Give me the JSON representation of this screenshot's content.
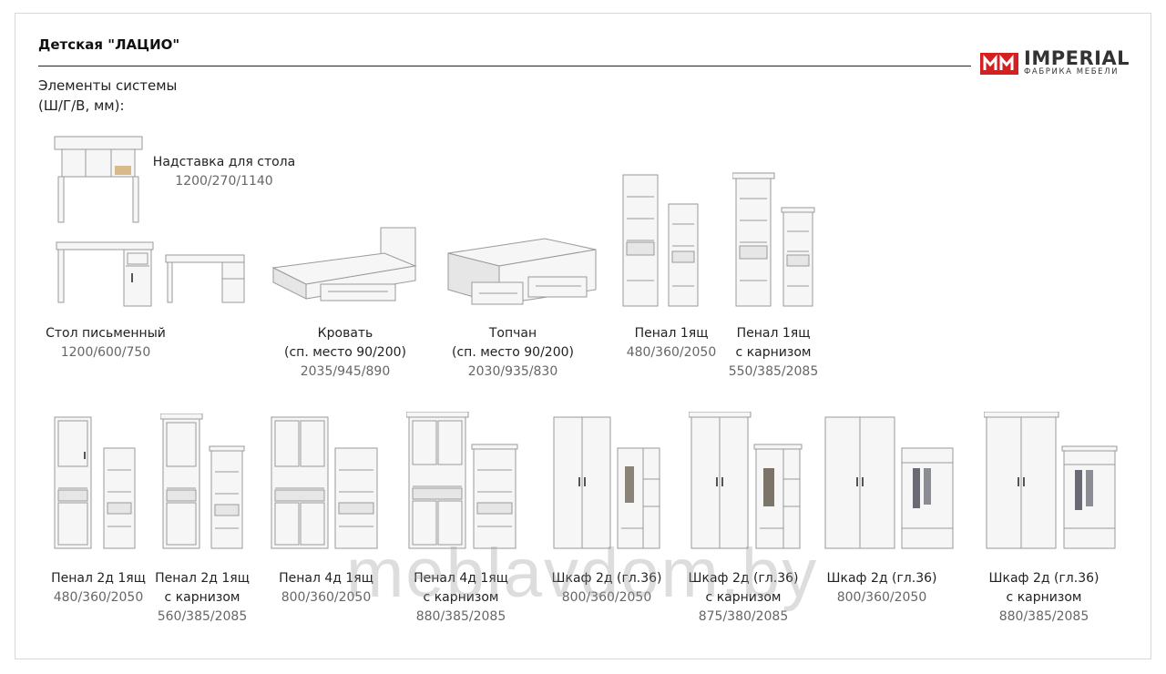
{
  "header": {
    "title": "Детская \"ЛАЦИО\"",
    "subtitle_line1": "Элементы системы",
    "subtitle_line2": "(Ш/Г/В, мм):"
  },
  "brand": {
    "name": "IMPERIAL",
    "tagline": "ФАБРИКА МЕБЕЛИ",
    "color": "#d42020"
  },
  "items": [
    {
      "name": "Надставка для стола",
      "dims": "1200/270/1140"
    },
    {
      "name": "Стол письменный",
      "dims": "1200/600/750"
    },
    {
      "name_l1": "Кровать",
      "name_l2": "(сп. место 90/200)",
      "dims": "2035/945/890"
    },
    {
      "name_l1": "Топчан",
      "name_l2": "(сп. место 90/200)",
      "dims": "2030/935/830"
    },
    {
      "name": "Пенал 1ящ",
      "dims": "480/360/2050"
    },
    {
      "name_l1": "Пенал 1ящ",
      "name_l2": "с карнизом",
      "dims": "550/385/2085"
    },
    {
      "name": "Пенал 2д 1ящ",
      "dims": "480/360/2050"
    },
    {
      "name_l1": "Пенал 2д 1ящ",
      "name_l2": "с карнизом",
      "dims": "560/385/2085"
    },
    {
      "name": "Пенал 4д 1ящ",
      "dims": "800/360/2050"
    },
    {
      "name_l1": "Пенал 4д 1ящ",
      "name_l2": "с карнизом",
      "dims": "880/385/2085"
    },
    {
      "name": "Шкаф 2д (гл.36)",
      "dims": "800/360/2050"
    },
    {
      "name_l1": "Шкаф 2д (гл.36)",
      "name_l2": "с карнизом",
      "dims": "875/380/2085"
    },
    {
      "name": "Шкаф 2д (гл.36)",
      "dims": "800/360/2050"
    },
    {
      "name_l1": "Шкаф 2д (гл.36)",
      "name_l2": "с карнизом",
      "dims": "880/385/2085"
    }
  ],
  "watermark": "meblavdom.by"
}
